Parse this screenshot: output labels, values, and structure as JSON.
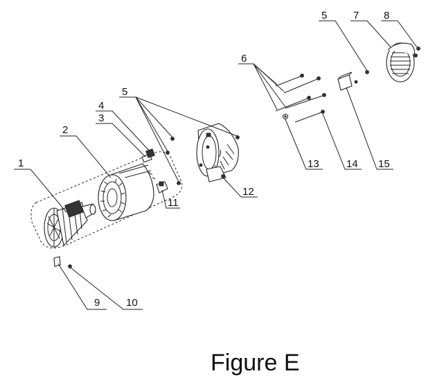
{
  "caption": "Figure E",
  "callouts": {
    "c1": "1",
    "c2": "2",
    "c3": "3",
    "c4": "4",
    "c5a": "5",
    "c5b": "5",
    "c6": "6",
    "c7": "7",
    "c8": "8",
    "c9": "9",
    "c10": "10",
    "c11": "11",
    "c12": "12",
    "c13": "13",
    "c14": "14",
    "c15": "15"
  }
}
